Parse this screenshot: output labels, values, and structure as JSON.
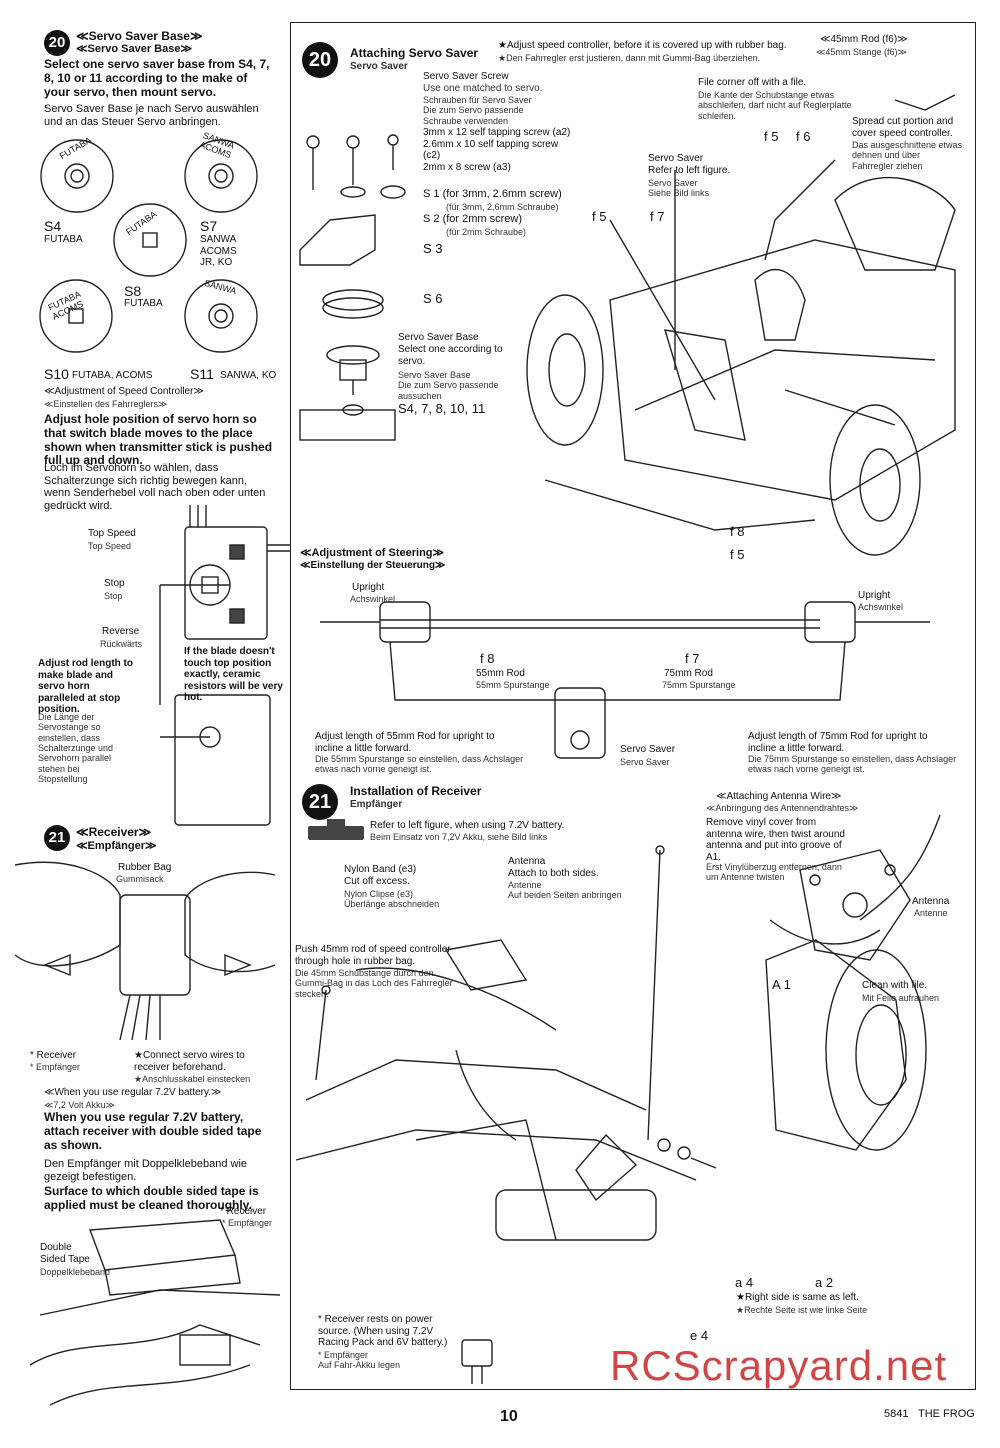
{
  "left": {
    "s20": {
      "num": "20",
      "title_en": "≪Servo Saver Base≫",
      "title_de": "≪Servo Saver Base≫",
      "body_en": "Select one servo saver base from S4, 7, 8, 10 or 11 according to the make of your servo, then mount servo.",
      "body_de": "Servo Saver Base je nach Servo auswählen und an das Steuer Servo anbringen.",
      "parts": [
        {
          "code": "S4",
          "brand": "FUTABA",
          "ring": "FUTABA"
        },
        {
          "code": "S7",
          "brand": "SANWA\nACOMS\nJR, KO",
          "ring": "SANWA ACOMS"
        },
        {
          "code": "S8",
          "brand": "FUTABA",
          "ring": "FUTABA"
        },
        {
          "code": "S10",
          "brand": "FUTABA, ACOMS",
          "ring": "FUTABA ACOMS"
        },
        {
          "code": "S11",
          "brand": "SANWA, KO",
          "ring": "SANWA"
        }
      ]
    },
    "speed": {
      "title_en": "≪Adjustment of Speed Controller≫",
      "title_de": "≪Einstellen des Fahrreglers≫",
      "body_en": "Adjust hole position of servo horn so that switch blade moves to the place shown when transmitter stick is pushed full up and down.",
      "body_de": "Loch im Servohorn so wählen, dass Schalterzunge sich richtig bewegen kann, wenn Senderhebel voll nach oben oder unten gedrückt wird.",
      "top_en": "Top Speed",
      "top_de": "Top Speed",
      "stop_en": "Stop",
      "stop_de": "Stop",
      "rev_en": "Reverse",
      "rev_de": "Rückwärts",
      "rod_en": "Adjust rod length to make blade and servo horn paralleled at stop position.",
      "rod_de": "Die Länge der Servostange so einstellen, dass Schalterzunge und Servohorn parallel stehen bei Stopstellung",
      "blade_en": "If the blade doesn't touch top position exactly, ceramic resistors will be very hot."
    },
    "s21": {
      "num": "21",
      "title_en": "≪Receiver≫",
      "title_de": "≪Empfänger≫",
      "bag_en": "Rubber Bag",
      "bag_de": "Gummisack",
      "rec_en": "* Receiver",
      "rec_de": "* Empfänger",
      "conn_en": "★Connect servo wires to receiver beforehand.",
      "conn_de": "★Anschlusskabel einstecken",
      "batt_title_en": "≪When you use regular 7.2V battery.≫",
      "batt_title_de": "≪7,2 Volt Akku≫",
      "batt_en": "When you use regular 7.2V battery, attach receiver with double sided tape as shown.",
      "batt_de": "Den Empfänger mit Doppelklebeband wie gezeigt befestigen.",
      "surf_en": "Surface to which double sided tape is applied must be cleaned thoroughly.",
      "rec2_en": "* Receiver",
      "rec2_de": "* Empfänger",
      "tape_en": "Double Sided Tape",
      "tape_de": "Doppelklebeband"
    }
  },
  "right": {
    "s20": {
      "num": "20",
      "title_en": "Attaching Servo Saver",
      "title_de": "Servo Saver",
      "note_en": "★Adjust speed controller, before it is covered up with rubber bag.",
      "note_de": "★Den Fahrregler erst justieren, dann mit Gummi-Bag überziehen.",
      "rod_en": "≪45mm Rod (f6)≫",
      "rod_de": "≪45mm Stange (f6)≫",
      "screw_title": "Servo Saver Screw",
      "screw_en": "Use one matched to servo.",
      "screw_de": "Schrauben für Servo Saver\nDie zum Servo passende Schraube verwenden",
      "screws": "3mm x 12 self tapping screw (a2)\n2.6mm x 10 self tapping screw (c2)\n2mm x 8 screw (a3)",
      "s1": "S 1 (for 3mm, 2.6mm screw)",
      "s1_de": "(für 3mm, 2,6mm Schraube)",
      "s2": "S 2 (for 2mm screw)",
      "s2_de": "(für 2mm Schraube)",
      "s3": "S 3",
      "s6": "S 6",
      "base_title": "Servo Saver Base",
      "base_en": "Select one according to servo.",
      "base_de": "Servo Saver Base\nDie zum Servo passende aussuchen",
      "base_codes": "S4, 7, 8, 10, 11",
      "file_en": "File corner off with a file.",
      "file_de": "Die Kante der Schubstange etwas abschleifen, darf nicht auf Reglerplatte schleifen.",
      "saver_en": "Servo Saver\nRefer to left figure.",
      "saver_de": "Servo Saver\nSiehe Bild links",
      "spread_en": "Spread cut portion and cover speed controller.",
      "spread_de": "Das ausgeschnittene etwas dehnen und über Fahrregler ziehen",
      "labels": [
        "f 5",
        "f 6",
        "f 5",
        "f 7",
        "f 8",
        "f 5"
      ]
    },
    "steer": {
      "title_en": "≪Adjustment of Steering≫",
      "title_de": "≪Einstellung der Steuerung≫",
      "up_en": "Upright",
      "up_de": "Achswinkel",
      "f8": "f 8",
      "f8_en": "55mm Rod",
      "f8_de": "55mm Spurstange",
      "f7": "f 7",
      "f7_en": "75mm Rod",
      "f7_de": "75mm Spurstange",
      "left_en": "Adjust length of 55mm Rod for upright to incline a little forward.",
      "left_de": "Die 55mm Spurstange so einstellen, dass Achslager etwas nach vorne geneigt ist.",
      "right_en": "Adjust length of 75mm Rod for upright to incline a little forward.",
      "right_de": "Die 75mm Spurstange so einstellen, dass Achslager etwas nach vorne geneigt ist.",
      "saver_en": "Servo Saver",
      "saver_de": "Servo Saver"
    },
    "s21": {
      "num": "21",
      "title_en": "Installation of Receiver",
      "title_de": "Empfänger",
      "ref_en": "Refer to left figure, when using 7.2V battery.",
      "ref_de": "Beim Einsatz von 7,2V Akku, siehe Bild links",
      "nylon_en": "Nylon Band (e3)\nCut off excess.",
      "nylon_de": "Nylon Clipse (e3)\nÜberlänge abschneiden",
      "ant_en": "Antenna\nAttach to both sides.",
      "ant_de": "Antenne\nAuf beiden Seiten anbringen",
      "push_en": "Push 45mm rod of speed controller through hole in rubber bag.",
      "push_de": "Die 45mm Schubstange durch den Gummi-Bag in das Loch des Fahrregler stecken.",
      "att_title_en": "≪Attaching Antenna Wire≫",
      "att_title_de": "≪Anbringung des Antennendrahtes≫",
      "att_en": "Remove vinyl cover from antenna wire, then twist around antenna and put into groove of A1.",
      "att_de": "Erst Vinylüberzug entfernen, dann um Antenne twisten",
      "antenna_en": "Antenna",
      "antenna_de": "Antenne",
      "a1": "A 1",
      "clean_en": "Clean with file.",
      "clean_de": "Mit Feile aufrauhen",
      "a4": "a 4",
      "a2": "a 2",
      "right_en": "★Right side is same as left.",
      "right_de": "★Rechte Seite ist wie linke Seite",
      "rests_en": "* Receiver rests on power source. (When using 7.2V Racing Pack and 6V battery.)",
      "rests_de": "* Empfänger\nAuf Fahr-Akku legen",
      "e4": "e 4"
    }
  },
  "footer": {
    "page": "10",
    "code": "5841",
    "model": "THE FROG",
    "watermark": "RCScrapyard.net"
  }
}
